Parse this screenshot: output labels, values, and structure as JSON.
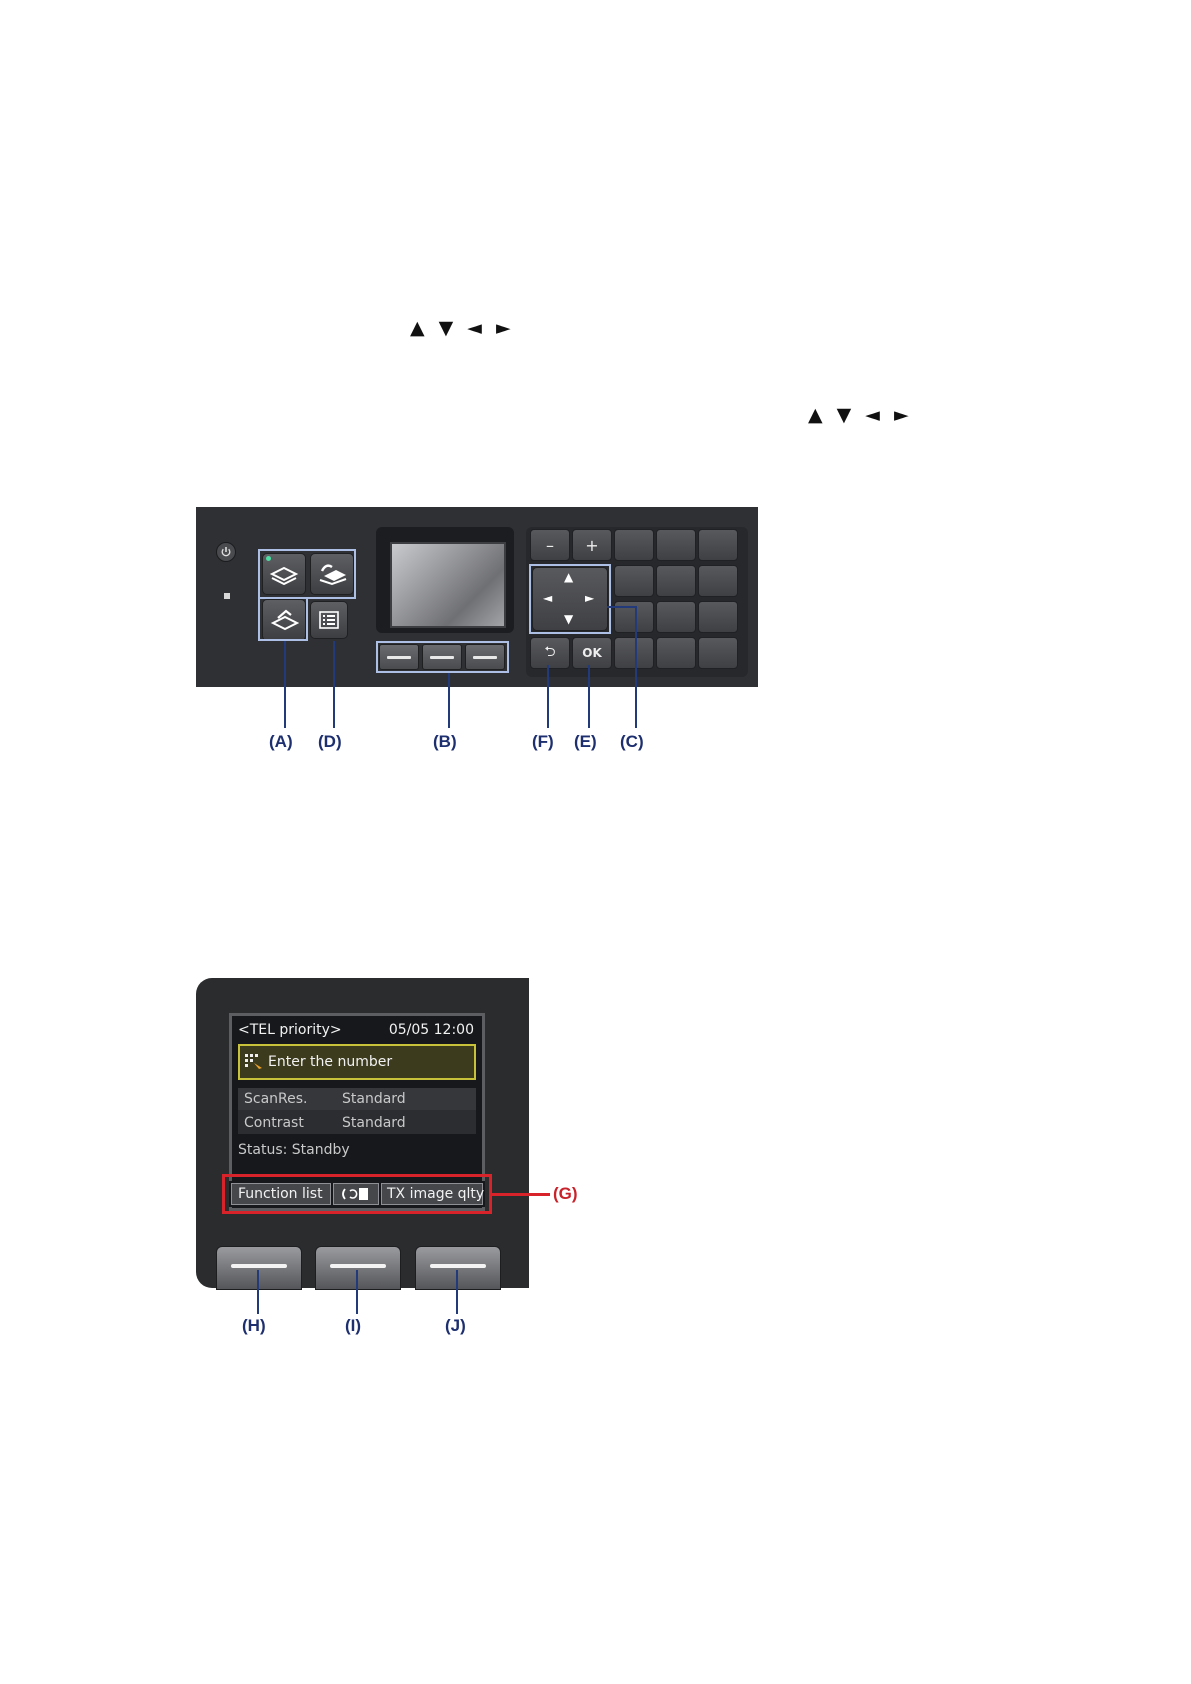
{
  "text_arrows": {
    "line1": "▲ ▼ ◄ ►",
    "line2": "▲ ▼ ◄ ►"
  },
  "panel": {
    "minus_label": "–",
    "plus_label": "+",
    "ok_label": "OK",
    "back_label": "⮌",
    "arrow_up": "▲",
    "arrow_down": "▼",
    "arrow_left": "◄",
    "arrow_right": "►",
    "callouts": {
      "a": "(A)",
      "d": "(D)",
      "b": "(B)",
      "f": "(F)",
      "e": "(E)",
      "c": "(C)"
    }
  },
  "lcd": {
    "mode": "<TEL priority>",
    "datetime": "05/05 12:00",
    "prompt": "Enter the number",
    "settings": [
      {
        "name": "ScanRes.",
        "value": "Standard"
      },
      {
        "name": "Contrast",
        "value": "Standard"
      }
    ],
    "status": "Status: Standby",
    "function_bar": {
      "left": "Function list",
      "right": "TX image qlty"
    },
    "callouts": {
      "g": "(G)",
      "h": "(H)",
      "i": "(I)",
      "j": "(J)"
    }
  },
  "colors": {
    "highlight_blue": "#aebfe6",
    "highlight_red": "#d8232a",
    "callout_blue": "#1d2f6f",
    "lcd_prompt_border": "#c8c23a"
  }
}
